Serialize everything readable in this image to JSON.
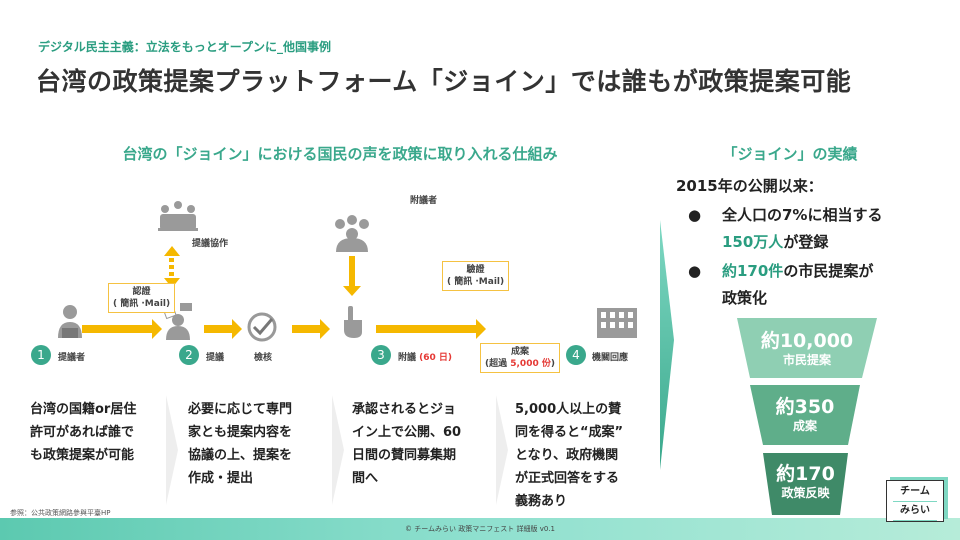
{
  "header": {
    "subtitle": "デジタル民主主義：立法をもっとオープンに_他国事例",
    "title": "台湾の政策提案プラットフォーム「ジョイン」では誰もが政策提案可能"
  },
  "left": {
    "heading": "台湾の「ジョイン」における国民の声を政策に取り入れる仕組み"
  },
  "diagram": {
    "steps": [
      {
        "num": "1",
        "label": "提議者"
      },
      {
        "num": "2",
        "label": "提議"
      },
      {
        "num": "",
        "label": "檢核"
      },
      {
        "num": "3",
        "label": "附議",
        "extra": "(60 日)"
      },
      {
        "num": "4",
        "label": "機關回應"
      }
    ],
    "collab_label": "提議協作",
    "supporters_label": "附議者",
    "auth_box": {
      "line1": "認證",
      "line2": "( 簡訊 ·Mail)"
    },
    "verify_box": {
      "line1": "驗證",
      "line2": "( 簡訊 ·Mail)"
    },
    "pass_box": {
      "line1": "成案",
      "line2_prefix": "(超過 ",
      "line2_value": "5,000 份",
      "line2_suffix": ")"
    }
  },
  "descriptions": [
    [
      "台湾の国籍or居住",
      "許可があれば誰で",
      "も政策提案が可能"
    ],
    [
      "必要に応じて専門",
      "家とも提案内容を",
      "協議の上、提案を",
      "作成・提出"
    ],
    [
      "承認されるとジョ",
      "イン上で公開、60",
      "日間の賛同募集期",
      "間へ"
    ],
    [
      "5,000人以上の賛",
      "同を得ると“成案”",
      "となり、政府機関",
      "が正式回答をする",
      "義務あり"
    ]
  ],
  "right": {
    "heading": "「ジョイン」の実績",
    "intro": "2015年の公開以来：",
    "bullet1_a": "全人口の7%に相当する",
    "bullet1_hl": "150万人",
    "bullet1_b": "が登録",
    "bullet2_hl": "約170件",
    "bullet2_a": "の市民提案が",
    "bullet2_b": "政策化",
    "bullet_char": "●",
    "funnel": [
      {
        "value": "約10,000",
        "label": "市民提案",
        "color": "#8fcfb3"
      },
      {
        "value": "約350",
        "label": "成案",
        "color": "#5fae8a"
      },
      {
        "value": "約170",
        "label": "政策反映",
        "color": "#3f8a68"
      }
    ]
  },
  "reference": "参照：公共政策網路參與平臺HP",
  "footer": "© チームみらい 政策マニフェスト 詳細版 v0.1",
  "logo": {
    "line1": "チーム",
    "line2": "みらい"
  }
}
